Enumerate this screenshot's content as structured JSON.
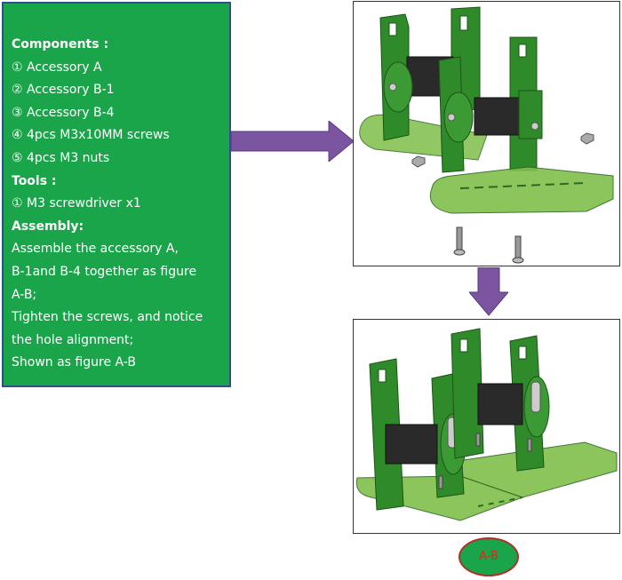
{
  "instructions": {
    "components_heading": "Components :",
    "components": [
      "① Accessory A",
      "② Accessory B-1",
      "③ Accessory B-4",
      "④ 4pcs M3x10MM screws",
      "⑤ 4pcs M3 nuts"
    ],
    "tools_heading": "Tools :",
    "tools": [
      "① M3 screwdriver x1"
    ],
    "assembly_heading": "Assembly:",
    "assembly_lines": [
      "Assemble the accessory A,",
      "B-1and B-4 together as figure",
      "A-B;",
      "Tighten the screws, and notice",
      "the hole alignment;",
      "Shown as figure A-B"
    ]
  },
  "figure_label": "A-B",
  "colors": {
    "panel": "#1aa54a",
    "panel_border": "#2e4f8a",
    "arrow": "#7b55a0",
    "part_green": "#2f8a2a",
    "label_text": "#d42a1f"
  }
}
